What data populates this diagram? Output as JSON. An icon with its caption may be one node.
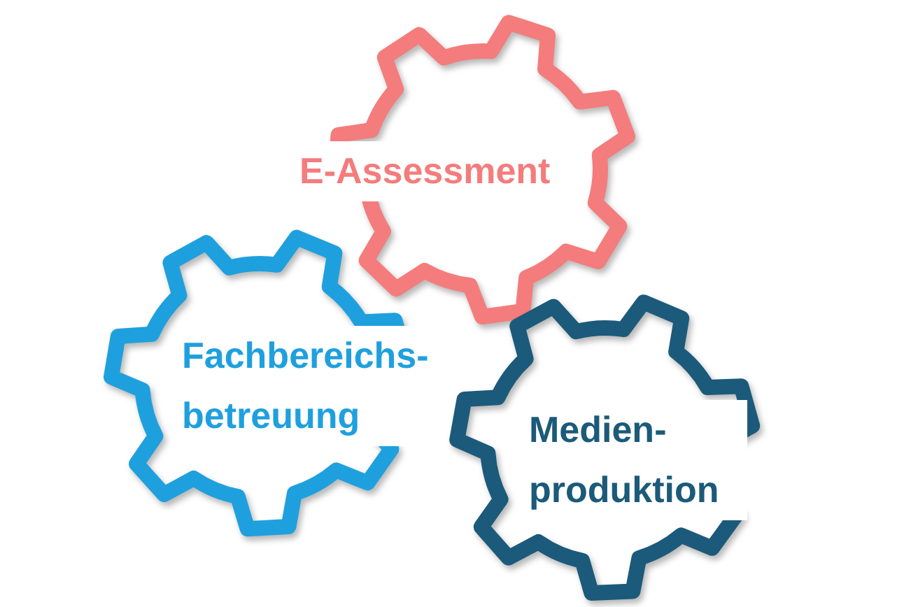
{
  "diagram": {
    "nodes": [
      {
        "text": [
          "E-Assessment"
        ]
      },
      {
        "text": [
          "Fachbereichs- betreuung"
        ]
      },
      {
        "text": [
          "Medien- produktion"
        ]
      }
    ]
  }
}
